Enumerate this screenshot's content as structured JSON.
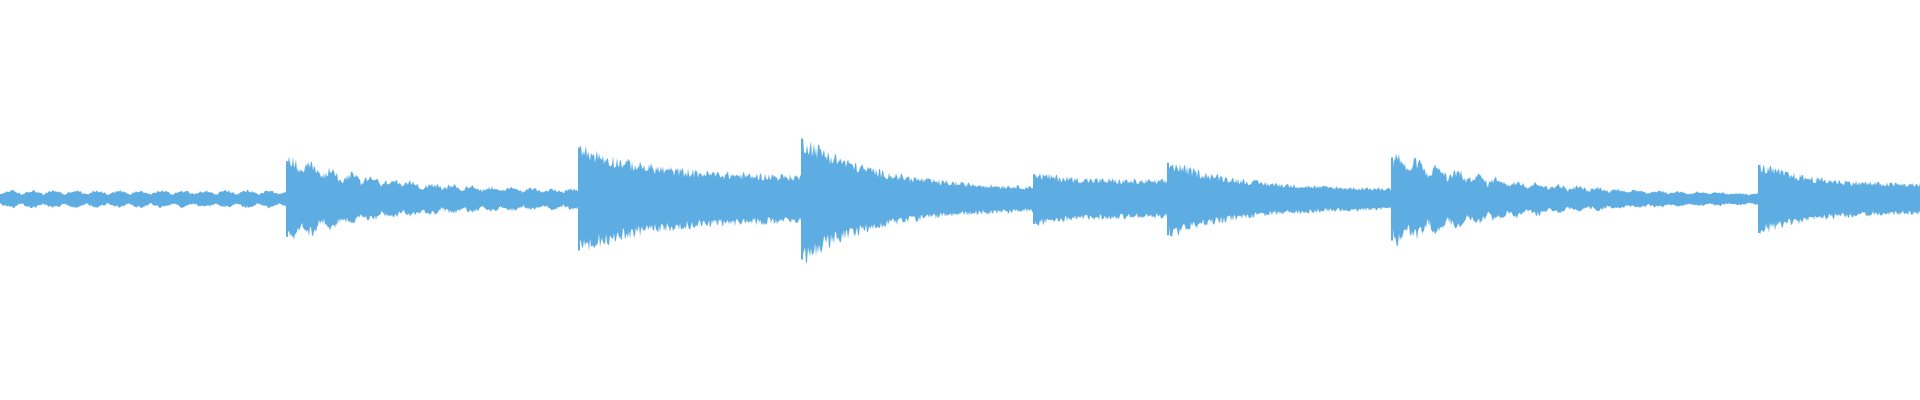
{
  "waveform": {
    "color": "#5dade2",
    "background": "#ffffff",
    "timeline": {
      "duration": 1,
      "onsets": [
        0.0,
        0.1495,
        0.3015,
        0.4175,
        0.5385,
        0.6085,
        0.725,
        0.916
      ],
      "segment_ends": [
        0.1495,
        0.3015,
        0.4175,
        0.5385,
        0.6085,
        0.725,
        0.916,
        1.0
      ]
    },
    "segments": [
      {
        "attack": 0.0,
        "release": 0.0,
        "pulsing": true
      },
      {
        "attack": 0.5,
        "release": 0.1,
        "pulsing": true
      },
      {
        "attack": 0.68,
        "release": 0.28,
        "pulsing": false
      },
      {
        "attack": 0.8,
        "release": 0.13,
        "pulsing": false
      },
      {
        "attack": 0.33,
        "release": 0.23,
        "pulsing": false
      },
      {
        "attack": 0.48,
        "release": 0.12,
        "pulsing": false
      },
      {
        "attack": 0.55,
        "release": 0.05,
        "pulsing": true
      },
      {
        "attack": 0.45,
        "release": 0.18,
        "pulsing": false
      }
    ]
  }
}
